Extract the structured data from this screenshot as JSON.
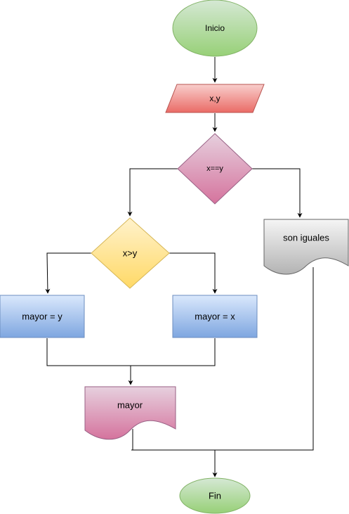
{
  "nodes": {
    "start": {
      "label": "Inicio",
      "shape": "ellipse"
    },
    "input": {
      "label": "x,y",
      "shape": "parallelogram"
    },
    "decision_equal": {
      "label": "x==y",
      "shape": "diamond"
    },
    "decision_greater": {
      "label": "x>y",
      "shape": "diamond"
    },
    "assign_y": {
      "label": "mayor = y",
      "shape": "rectangle"
    },
    "assign_x": {
      "label": "mayor = x",
      "shape": "rectangle"
    },
    "output_mayor": {
      "label": "mayor",
      "shape": "document"
    },
    "output_equal": {
      "label": "son iguales",
      "shape": "document"
    },
    "end": {
      "label": "Fin",
      "shape": "ellipse"
    }
  },
  "colors": {
    "green_fill_top": "#d5e8d4",
    "green_fill_bottom": "#97d077",
    "green_stroke": "#82b366",
    "red_fill_top": "#f8cecc",
    "red_fill_bottom": "#ea6b66",
    "red_stroke": "#b85450",
    "pink_fill_top": "#e6d0de",
    "pink_fill_bottom": "#d5739d",
    "pink_stroke": "#996185",
    "yellow_fill_top": "#fff2cc",
    "yellow_fill_bottom": "#ffd966",
    "yellow_stroke": "#d6b656",
    "blue_fill_top": "#dae8fc",
    "blue_fill_bottom": "#7ea6e0",
    "blue_stroke": "#6c8ebf",
    "gray_fill_top": "#f5f5f5",
    "gray_fill_bottom": "#b3b3b3",
    "gray_stroke": "#666666"
  }
}
